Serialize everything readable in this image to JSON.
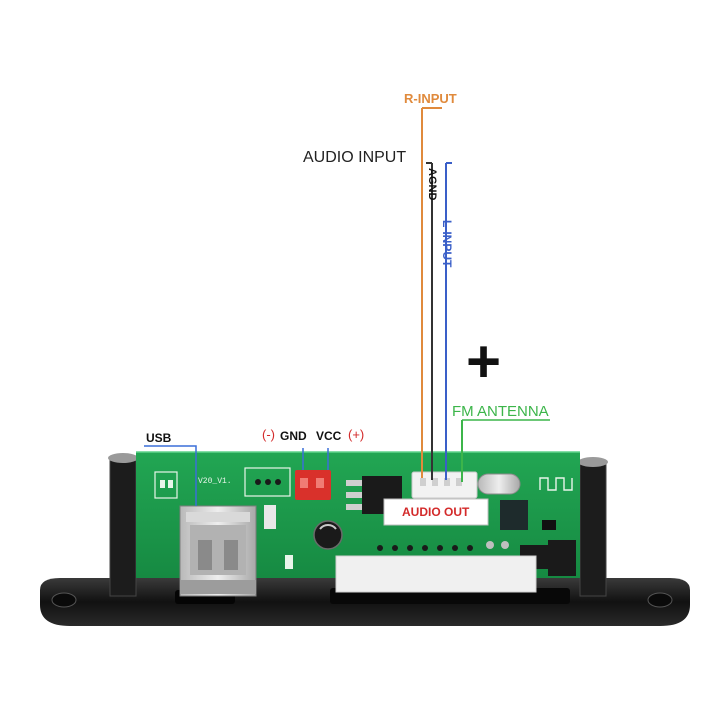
{
  "labels": {
    "r_input": "R-INPUT",
    "audio_input": "AUDIO INPUT",
    "agnd": "AGND",
    "l_input": "L-INPUT",
    "plus_sign": "+",
    "fm_antenna": "FM ANTENNA",
    "usb": "USB",
    "gnd_minus": "(-)",
    "gnd": "GND",
    "vcc": "VCC",
    "vcc_plus": "(+)",
    "audio_out": "AUDIO OUT",
    "board_version": "V20_V1."
  },
  "colors": {
    "r_input": "#e08a3c",
    "l_input": "#3a5fc8",
    "agnd": "#333333",
    "fm_antenna": "#3cb54a",
    "power_sign": "#d32a2a",
    "usb_line": "#3a6fd8",
    "pcb": "#1f9a4d",
    "panel": "#1a1a1a"
  }
}
